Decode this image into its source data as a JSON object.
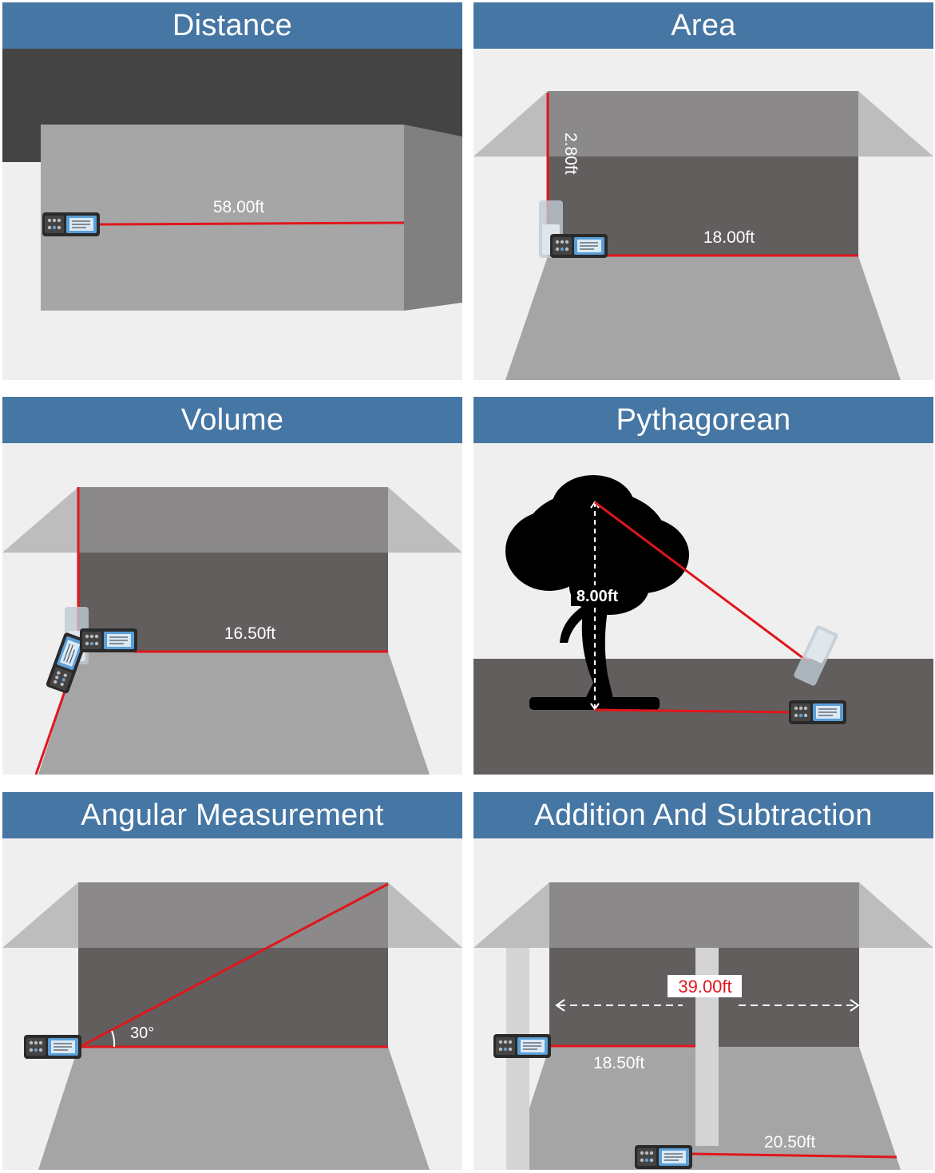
{
  "panels": [
    {
      "id": "distance",
      "title": "Distance",
      "measurements": [
        "58.00ft"
      ]
    },
    {
      "id": "area",
      "title": "Area",
      "measurements": [
        "2.80ft",
        "18.00ft"
      ]
    },
    {
      "id": "volume",
      "title": "Volume",
      "measurements": [
        "16.50ft"
      ]
    },
    {
      "id": "pythagorean",
      "title": "Pythagorean",
      "measurements": [
        "8.00ft"
      ]
    },
    {
      "id": "angular",
      "title": "Angular Measurement",
      "measurements": [
        "30°"
      ]
    },
    {
      "id": "addsub",
      "title": "Addition And Subtraction",
      "measurements": [
        "39.00ft",
        "18.50ft",
        "20.50ft"
      ]
    }
  ],
  "colors": {
    "header": "#4676a3",
    "laser": "#e0161c",
    "background": "#efefef",
    "wall_dark": "#625e5e",
    "wall_light": "#8a8a8a",
    "floor": "#a5a5a5",
    "device_screen": "#5b9fd8"
  },
  "icons": [
    "laser-meter-icon",
    "tree-icon"
  ]
}
